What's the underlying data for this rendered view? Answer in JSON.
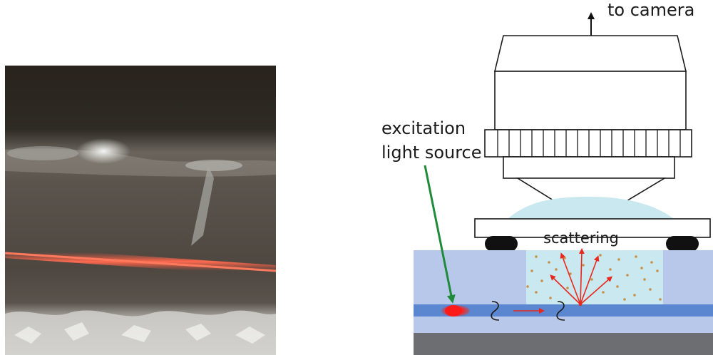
{
  "labels": {
    "camera": "to camera",
    "excitation_line1": "excitation",
    "excitation_line2": "light source",
    "scattering": "scattering"
  },
  "colors": {
    "excitation_arrow": "#1f8a3a",
    "scatter_arrows": "#e8281e",
    "waveguide": "#5b86d0",
    "cladding": "#b8c8ea",
    "immersion_liquid": "#c9e8ef",
    "particles": "#c8904a",
    "photo_laser_line": "#e8553f"
  }
}
